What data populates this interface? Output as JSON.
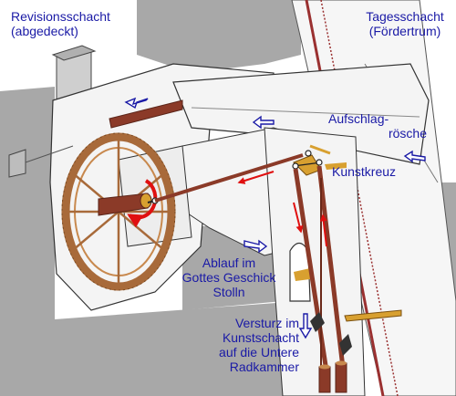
{
  "labels": {
    "revisionsschacht_line1": "Revisionsschacht",
    "revisionsschacht_line2": "(abgedeckt)",
    "tagesschacht_line1": "Tagesschacht",
    "tagesschacht_line2": "(Fördertrum)",
    "aufschlag_line1": "Aufschlag-",
    "aufschlag_line2": "rösche",
    "kunstkreuz": "Kunstkreuz",
    "ablauf_line1": "Ablauf im",
    "ablauf_line2": "Gottes Geschick",
    "ablauf_line3": "Stolln",
    "versturz_line1": "Versturz im",
    "versturz_line2": "Kunstschacht",
    "versturz_line3": "auf die Untere",
    "versturz_line4": "Radkammer"
  },
  "colors": {
    "background": "#ffffff",
    "grey_surround": "#a8a8a8",
    "rock_face": "#f4f4f4",
    "wood": "#8b3a28",
    "wheel": "#a86a3a",
    "water_flow_arrow": "#1a1aa6",
    "motion_arrow": "#e01010",
    "label_text": "#1a1aa6",
    "gold": "#d8a030"
  }
}
